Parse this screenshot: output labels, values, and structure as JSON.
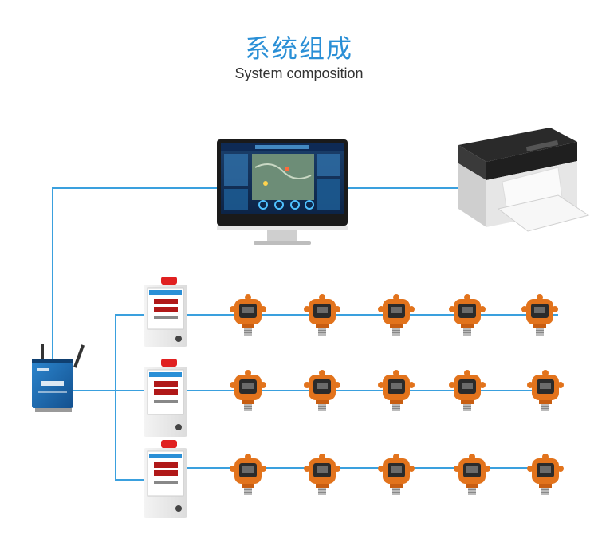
{
  "title": {
    "cn": "系统组成",
    "en": "System composition"
  },
  "colors": {
    "accent": "#2a8fd6",
    "line": "#3aa0de",
    "detector": "#e2731c",
    "alarm_red": "#e02020"
  },
  "devices": {
    "monitor": {
      "icon": "desktop-monitor-icon"
    },
    "printer": {
      "icon": "printer-icon"
    },
    "gateway": {
      "icon": "wireless-gateway-icon"
    },
    "controller": {
      "icon": "alarm-controller-icon",
      "count": 3
    },
    "detector": {
      "icon": "gas-detector-icon",
      "per_row": 5
    }
  }
}
